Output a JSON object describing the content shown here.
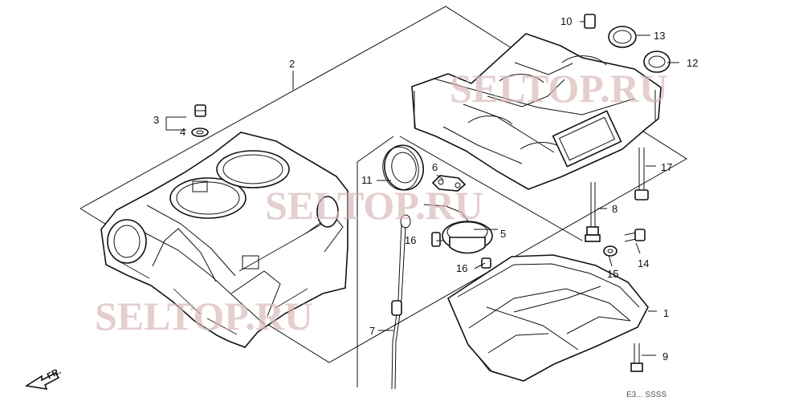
{
  "callouts": {
    "c1": "1",
    "c2": "2",
    "c3": "3",
    "c4": "4",
    "c5": "5",
    "c6": "6",
    "c7": "7",
    "c8": "8",
    "c9": "9",
    "c10": "10",
    "c11": "11",
    "c12": "12",
    "c13": "13",
    "c14": "14",
    "c15": "15",
    "c16a": "16",
    "c16b": "16",
    "c17": "17"
  },
  "watermark": "SELTOP.RU",
  "front_label": "FR.",
  "corner_code": "E3...  SSSS"
}
